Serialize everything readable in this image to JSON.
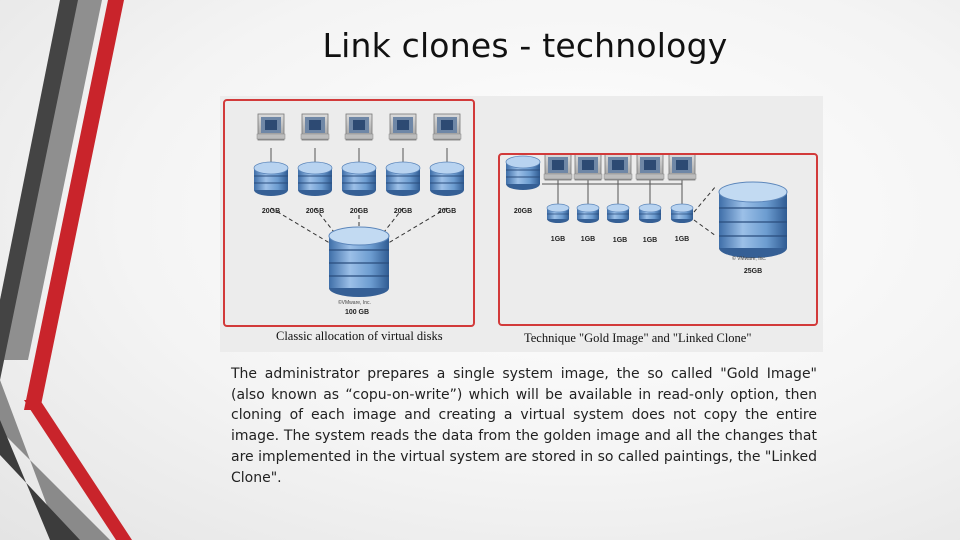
{
  "title": "Link clones - technology",
  "figure": {
    "left_panel": {
      "caption": "Classic allocation of virtual disks",
      "disk_sizes": [
        "20GB",
        "20GB",
        "20GB",
        "20GB",
        "20GB"
      ],
      "base_size": "100 GB",
      "base_label": "©VMware, Inc."
    },
    "right_panel": {
      "caption": "Technique \"Gold Image\" and \"Linked Clone\"",
      "first_disk_size": "20GB",
      "clone_sizes": [
        "1GB",
        "1GB",
        "1GB",
        "1GB",
        "1GB"
      ],
      "base_size": "25GB",
      "base_label": "© VMware, Inc."
    },
    "vm_label": "VMware, Inc."
  },
  "body_text": "The administrator prepares a single system image, the so called \"Gold Image\" (also known as “copu-on-write”) which will be available in read-only option, then cloning of each image and creating a virtual system does not copy the entire image. The system reads the data from the golden image and all the changes that are implemented in the virtual system are stored in so called paintings, the \"Linked Clone\".",
  "colors": {
    "panel_border": "#d23a3a",
    "deco_red": "#c9242b",
    "deco_dark": "#3c3c3c",
    "deco_gray": "#8a8a8a",
    "disk_blue": "#6c9cd0"
  }
}
